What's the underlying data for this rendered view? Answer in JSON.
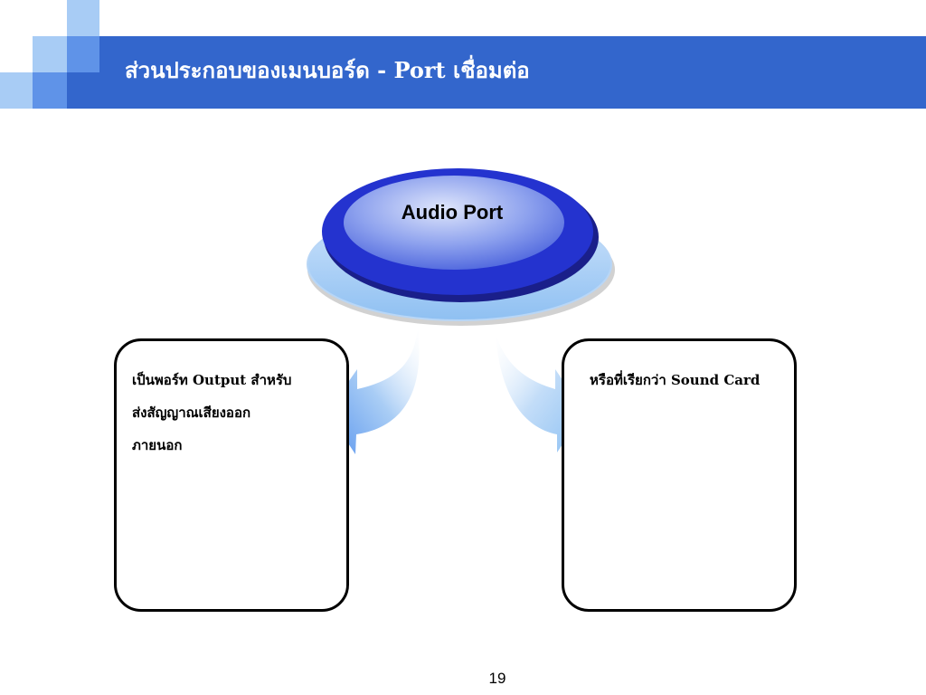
{
  "slide": {
    "title": "ส่วนประกอบของเมนบอร์ด - Port เชื่อมต่อ",
    "page_number": "19"
  },
  "diagram": {
    "center_label": "Audio Port",
    "left_box": {
      "lines": [
        "เป็นพอร์ท Output สำหรับ",
        "ส่งสัญญาณเสียงออก",
        "ภายนอก"
      ]
    },
    "right_box": {
      "lines": [
        "หรือที่เรียกว่า Sound Card"
      ]
    }
  },
  "colors": {
    "title_bar": "#3366cc",
    "accent_light": "#a8ccf5",
    "accent_mid": "#5f93e8",
    "ellipse_dark": "#2233cc",
    "arrow": "#6aa4f0"
  }
}
